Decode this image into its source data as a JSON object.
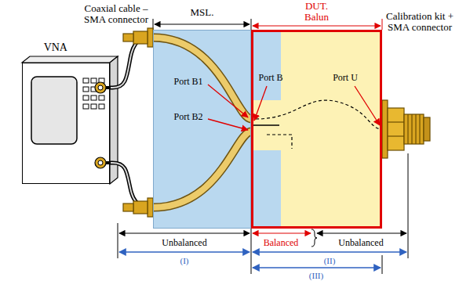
{
  "diagram": {
    "nodes": [
      {
        "text": [
          "VNA"
        ]
      },
      {
        "text": [
          "MSL."
        ]
      },
      {
        "text": [
          "DUT. Balun"
        ]
      }
    ],
    "edges": [
      {
        "from": 0,
        "to": 1,
        "arrow": "none"
      },
      {
        "from": 0,
        "to": 1,
        "arrow": "none"
      }
    ],
    "labels": [
      "Coaxial cable – SMA connector",
      "Calibration kit + SMA connector",
      "Port B1",
      "Port B2",
      "Port B",
      "Port U",
      "Unbalanced",
      "Balanced",
      "Unbalanced",
      "(I)",
      "(II)",
      "(III)"
    ]
  }
}
